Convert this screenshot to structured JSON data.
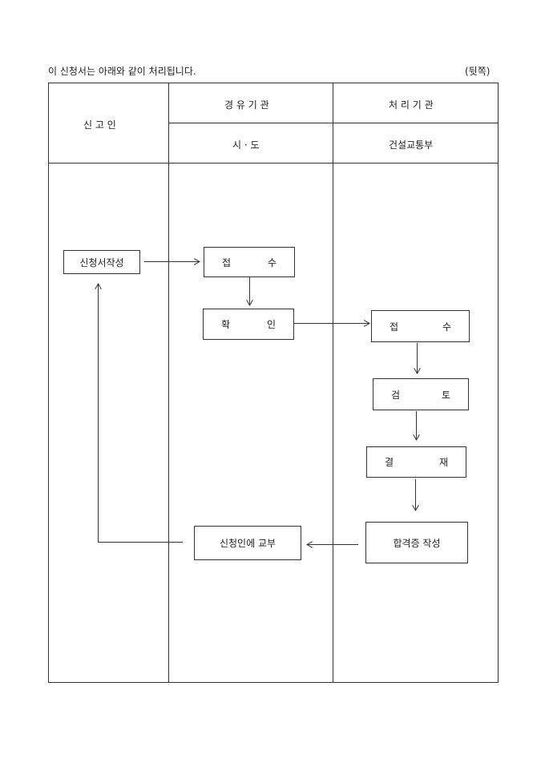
{
  "intro": "이 신청서는 아래와 같이 처리됩니다.",
  "page_side": "(뒷쪽)",
  "header": {
    "applicant": "신 고 인",
    "via_agency": "경 유 기 관",
    "processing_agency": "처 리 기 관",
    "via_agency_name": "시 · 도",
    "processing_agency_name": "건설교통부"
  },
  "steps": {
    "write": "신청서작성",
    "receive1": [
      "접",
      "수"
    ],
    "confirm": [
      "확",
      "인"
    ],
    "receive2": [
      "접",
      "수"
    ],
    "review": [
      "검",
      "토"
    ],
    "approve": [
      "결",
      "재"
    ],
    "certificate": "합격증 작성",
    "deliver": "신청인에 교부"
  }
}
